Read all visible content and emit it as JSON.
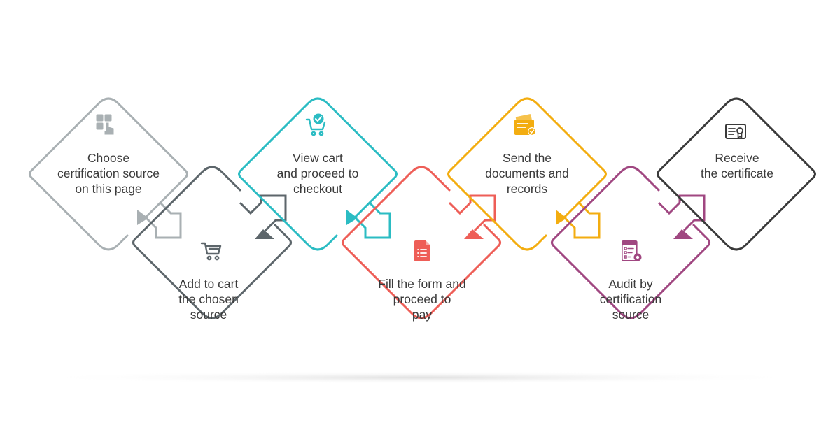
{
  "steps": [
    {
      "id": "choose-source",
      "label_lines": [
        "Choose",
        "certification source",
        "on this page"
      ],
      "icon": "select-hand-icon",
      "color": "#a9b0b3"
    },
    {
      "id": "add-to-cart",
      "label_lines": [
        "Add to cart",
        "the chosen",
        "source"
      ],
      "icon": "cart-icon",
      "color": "#5d666b"
    },
    {
      "id": "view-cart",
      "label_lines": [
        "View cart",
        "and proceed to",
        "checkout"
      ],
      "icon": "cart-check-icon",
      "color": "#2bbcc3"
    },
    {
      "id": "fill-form",
      "label_lines": [
        "Fill the form and",
        "proceed to",
        "pay"
      ],
      "icon": "form-document-icon",
      "color": "#ee5e57"
    },
    {
      "id": "send-documents",
      "label_lines": [
        "Send the",
        "documents and",
        "records"
      ],
      "icon": "documents-icon",
      "color": "#f3ad10"
    },
    {
      "id": "audit",
      "label_lines": [
        "Audit by",
        "certification",
        "source"
      ],
      "icon": "audit-checklist-icon",
      "color": "#a04781"
    },
    {
      "id": "receive-certificate",
      "label_lines": [
        "Receive",
        "the certificate"
      ],
      "icon": "certificate-icon",
      "color": "#3a3a3a"
    }
  ],
  "shadow_color": "#e9e9e9"
}
